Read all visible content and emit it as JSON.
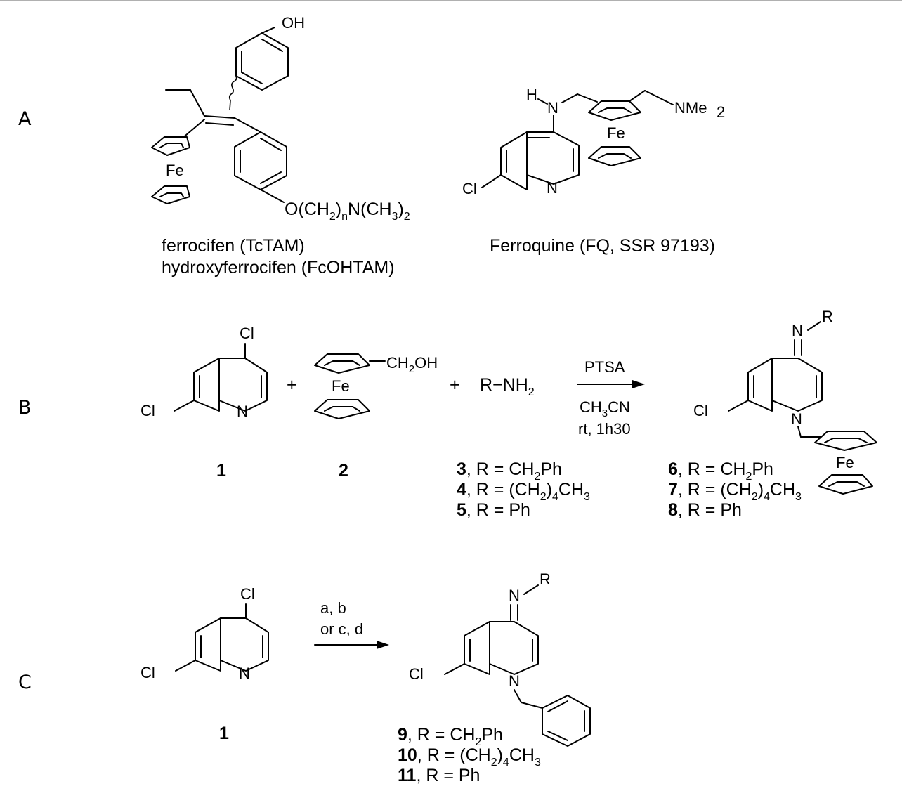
{
  "panels": [
    {
      "label": "A",
      "compounds": [
        {
          "names": [
            "ferrocifen (TcTAM)",
            "hydroxyferrocifen (FcOHTAM)"
          ],
          "atoms": [
            "OH",
            "Fe"
          ],
          "substituent": {
            "prefix": "O(CH",
            "sub1": "2",
            "mid": ")",
            "sub2": "n",
            "suffix": "N(CH",
            "sub3": "3",
            "end": ")",
            "sub4": "2"
          }
        },
        {
          "names": [
            "Ferroquine (FQ, SSR 97193)"
          ],
          "atoms": [
            "H",
            "N",
            "NMe",
            "Fe",
            "Cl",
            "N"
          ],
          "nme_sub": "2"
        }
      ]
    },
    {
      "label": "B",
      "reactants": [
        {
          "number": "1",
          "atoms": [
            "Cl",
            "Cl",
            "N"
          ]
        },
        {
          "number": "2",
          "atoms": [
            "CH",
            "2",
            "OH",
            "Fe"
          ]
        },
        {
          "number": "",
          "formula": {
            "pre": "R−NH",
            "sub": "2"
          }
        }
      ],
      "plus": [
        "+",
        "+"
      ],
      "conditions": {
        "above": "PTSA",
        "below1": {
          "pre": "CH",
          "sub": "3",
          "post": "CN"
        },
        "below2": "rt, 1h30"
      },
      "amines": [
        {
          "number": "3",
          "r": [
            {
              "t": "CH"
            },
            {
              "s": "2"
            },
            {
              "t": "Ph"
            }
          ]
        },
        {
          "number": "4",
          "r": [
            {
              "t": "(CH"
            },
            {
              "s": "2"
            },
            {
              "t": ")"
            },
            {
              "s": "4"
            },
            {
              "t": "CH"
            },
            {
              "s": "3"
            }
          ]
        },
        {
          "number": "5",
          "r": [
            {
              "t": "Ph"
            }
          ]
        }
      ],
      "product_atoms": [
        "N",
        "R",
        "Cl",
        "N",
        "Fe"
      ],
      "products": [
        {
          "number": "6",
          "r": [
            {
              "t": "CH"
            },
            {
              "s": "2"
            },
            {
              "t": "Ph"
            }
          ]
        },
        {
          "number": "7",
          "r": [
            {
              "t": "(CH"
            },
            {
              "s": "2"
            },
            {
              "t": ")"
            },
            {
              "s": "4"
            },
            {
              "t": "CH"
            },
            {
              "s": "3"
            }
          ]
        },
        {
          "number": "8",
          "r": [
            {
              "t": "Ph"
            }
          ]
        }
      ]
    },
    {
      "label": "C",
      "reactant": {
        "number": "1",
        "atoms": [
          "Cl",
          "Cl",
          "N"
        ]
      },
      "conditions": [
        "a, b",
        "or c, d"
      ],
      "product_atoms": [
        "N",
        "R",
        "Cl",
        "N"
      ],
      "products": [
        {
          "number": "9",
          "r": [
            {
              "t": "CH"
            },
            {
              "s": "2"
            },
            {
              "t": "Ph"
            }
          ]
        },
        {
          "number": "10",
          "r": [
            {
              "t": "(CH"
            },
            {
              "s": "2"
            },
            {
              "t": ")"
            },
            {
              "s": "4"
            },
            {
              "t": "CH"
            },
            {
              "s": "3"
            }
          ]
        },
        {
          "number": "11",
          "r": [
            {
              "t": "Ph"
            }
          ]
        }
      ]
    }
  ],
  "r_prefix": ", R = "
}
